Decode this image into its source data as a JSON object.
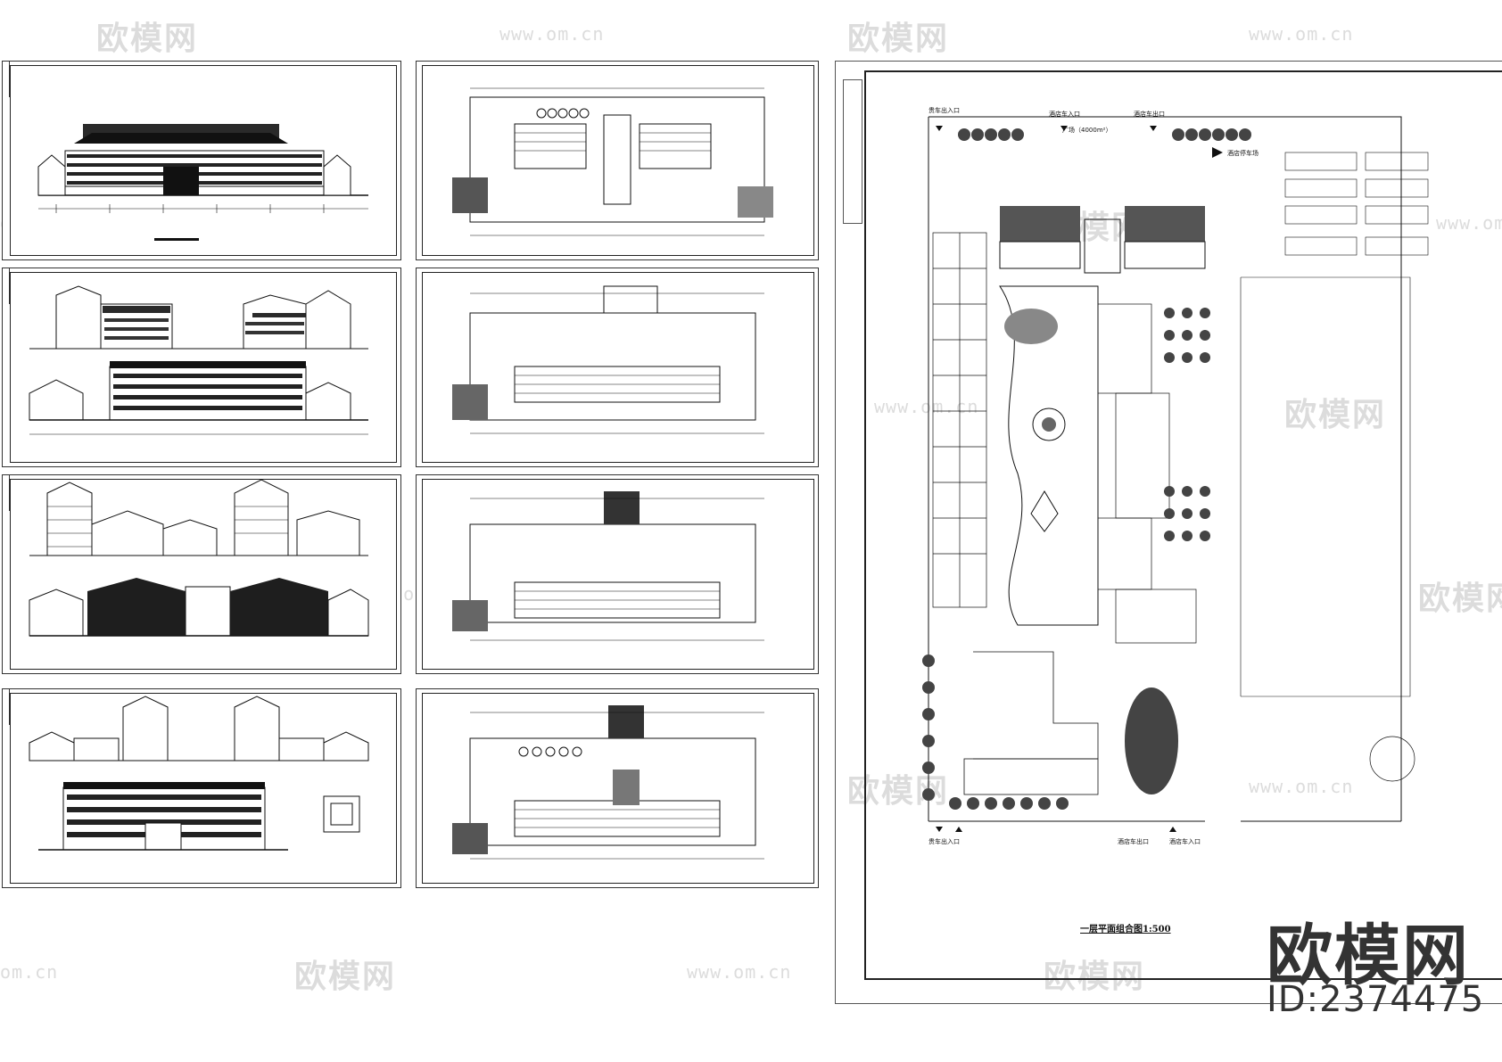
{
  "watermarks": {
    "brand": "欧模网",
    "url": "www.om.cn",
    "url_short": "om.cn"
  },
  "plan": {
    "title": "一层平面组合图1:500",
    "labels": {
      "vip_exit": "贵车出入口",
      "hotel_entry_top": "酒店车入口",
      "hotel_exit_top": "酒店车出口",
      "plaza": "广场（4000m²）",
      "parking": "酒店停车场",
      "vip_entry": "贵车出入口",
      "hotel_exit_bottom": "酒店车出口",
      "hotel_entry_bottom": "酒店车入口"
    }
  },
  "logo": {
    "text": "欧模网",
    "id": "ID:2374475"
  },
  "colors": {
    "ink": "#111111",
    "dark_fill": "#2a2a2a",
    "watermark": "#dcdcdc",
    "tree": "#444444"
  }
}
